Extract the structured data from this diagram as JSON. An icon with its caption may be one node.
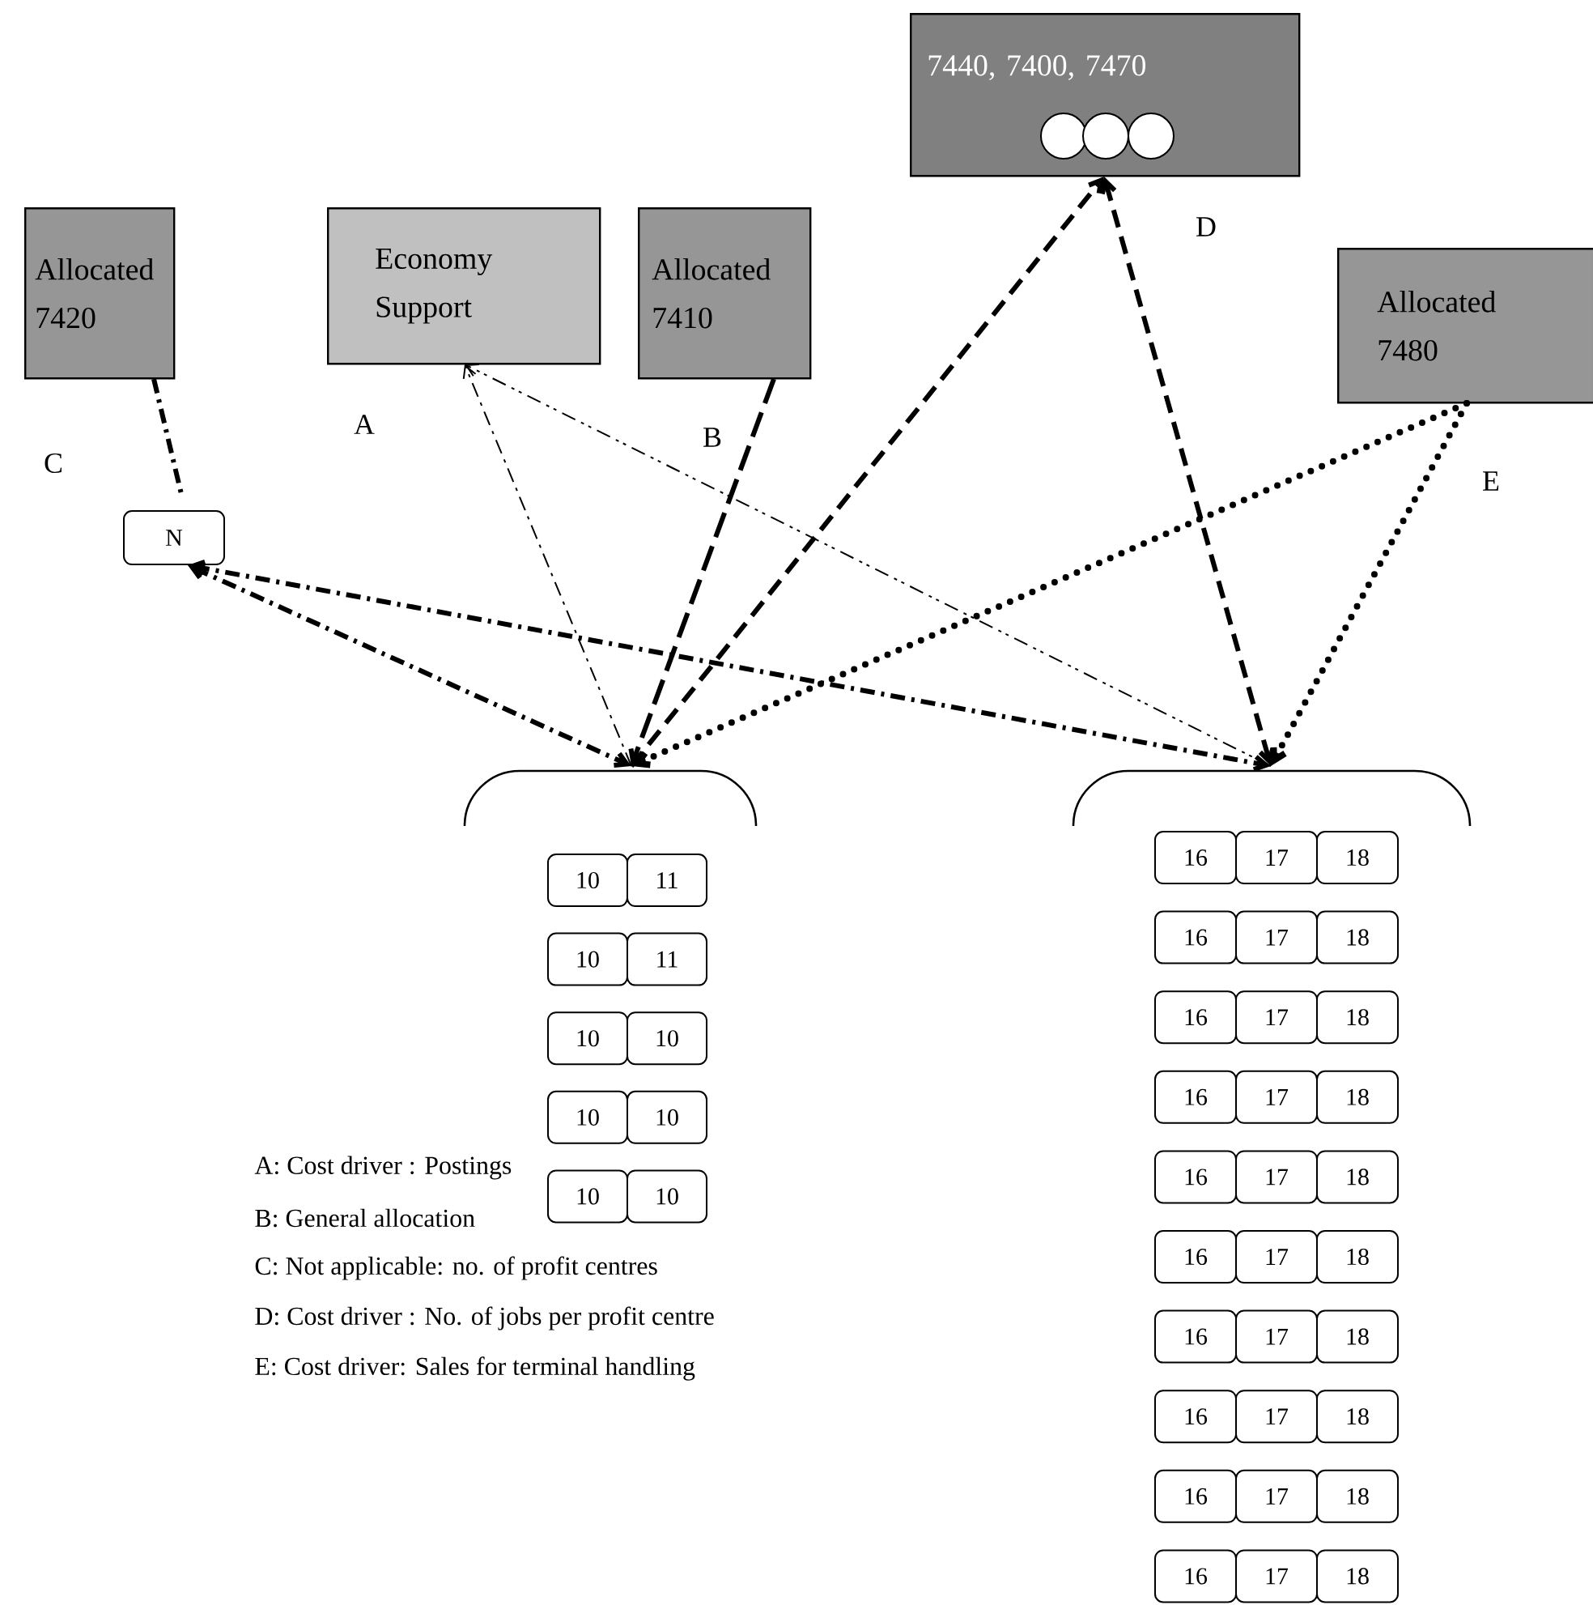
{
  "diagram": {
    "nodes": [
      {
        "text": [
          "7440, 7400, 7470"
        ]
      },
      {
        "text": [],
        "shape": "circle",
        "in": 0
      },
      {
        "text": [],
        "shape": "circle",
        "in": 0
      },
      {
        "text": [],
        "shape": "circle",
        "in": 0
      },
      {
        "text": [
          "Allocated 7420"
        ]
      },
      {
        "text": [
          "Economy Support"
        ]
      },
      {
        "text": [
          "Allocated 7410"
        ]
      },
      {
        "text": [
          "Allocated 7480"
        ]
      },
      {
        "text": [
          "N"
        ]
      },
      {
        "text": [],
        "shape": "bracket"
      },
      {
        "text": [],
        "shape": "bracket"
      },
      {
        "text": [
          "10"
        ]
      },
      {
        "text": [
          "11"
        ]
      },
      {
        "text": [
          "10"
        ]
      },
      {
        "text": [
          "11"
        ]
      },
      {
        "text": [
          "10"
        ]
      },
      {
        "text": [
          "10"
        ]
      },
      {
        "text": [
          "10"
        ]
      },
      {
        "text": [
          "10"
        ]
      },
      {
        "text": [
          "10"
        ]
      },
      {
        "text": [
          "10"
        ]
      },
      {
        "text": [
          "16"
        ]
      },
      {
        "text": [
          "17"
        ]
      },
      {
        "text": [
          "18"
        ]
      },
      {
        "text": [
          "16"
        ]
      },
      {
        "text": [
          "17"
        ]
      },
      {
        "text": [
          "18"
        ]
      },
      {
        "text": [
          "16"
        ]
      },
      {
        "text": [
          "17"
        ]
      },
      {
        "text": [
          "18"
        ]
      },
      {
        "text": [
          "16"
        ]
      },
      {
        "text": [
          "17"
        ]
      },
      {
        "text": [
          "18"
        ]
      },
      {
        "text": [
          "16"
        ]
      },
      {
        "text": [
          "17"
        ]
      },
      {
        "text": [
          "18"
        ]
      },
      {
        "text": [
          "16"
        ]
      },
      {
        "text": [
          "17"
        ]
      },
      {
        "text": [
          "18"
        ]
      },
      {
        "text": [
          "16"
        ]
      },
      {
        "text": [
          "17"
        ]
      },
      {
        "text": [
          "18"
        ]
      },
      {
        "text": [
          "16"
        ]
      },
      {
        "text": [
          "17"
        ]
      },
      {
        "text": [
          "18"
        ]
      },
      {
        "text": [
          "16"
        ]
      },
      {
        "text": [
          "17"
        ]
      },
      {
        "text": [
          "18"
        ]
      },
      {
        "text": [
          "16"
        ]
      },
      {
        "text": [
          "17"
        ]
      },
      {
        "text": [
          "18"
        ]
      }
    ],
    "edges": [
      {
        "from": 4,
        "to": 8,
        "arrow": "none",
        "style": "dashed"
      },
      {
        "from": 8,
        "to": 9,
        "arrow": "both",
        "style": "dashed"
      },
      {
        "from": 8,
        "to": 10,
        "arrow": "both",
        "style": "dashed"
      },
      {
        "from": 9,
        "to": 5,
        "arrow": "to",
        "style": "dashed"
      },
      {
        "from": 10,
        "to": 5,
        "arrow": "to",
        "style": "dashed"
      },
      {
        "from": 6,
        "to": 9,
        "arrow": "to",
        "style": "dashed"
      },
      {
        "from": 9,
        "to": 0,
        "arrow": "to",
        "style": "dashed"
      },
      {
        "from": 0,
        "to": 10,
        "arrow": "both",
        "style": "dashed"
      },
      {
        "from": 7,
        "to": 9,
        "arrow": "to",
        "style": "dashed"
      },
      {
        "from": 7,
        "to": 10,
        "arrow": "to",
        "style": "dashed"
      }
    ],
    "labels": [
      "D",
      "A",
      "B",
      "C",
      "E",
      "A: Cost driver : Postings",
      "B: General allocation",
      "C: Not applicable: no. of profit centres",
      "D: Cost driver : No. of jobs per profit centre",
      "E: Cost driver: Sales for terminal handling"
    ]
  }
}
